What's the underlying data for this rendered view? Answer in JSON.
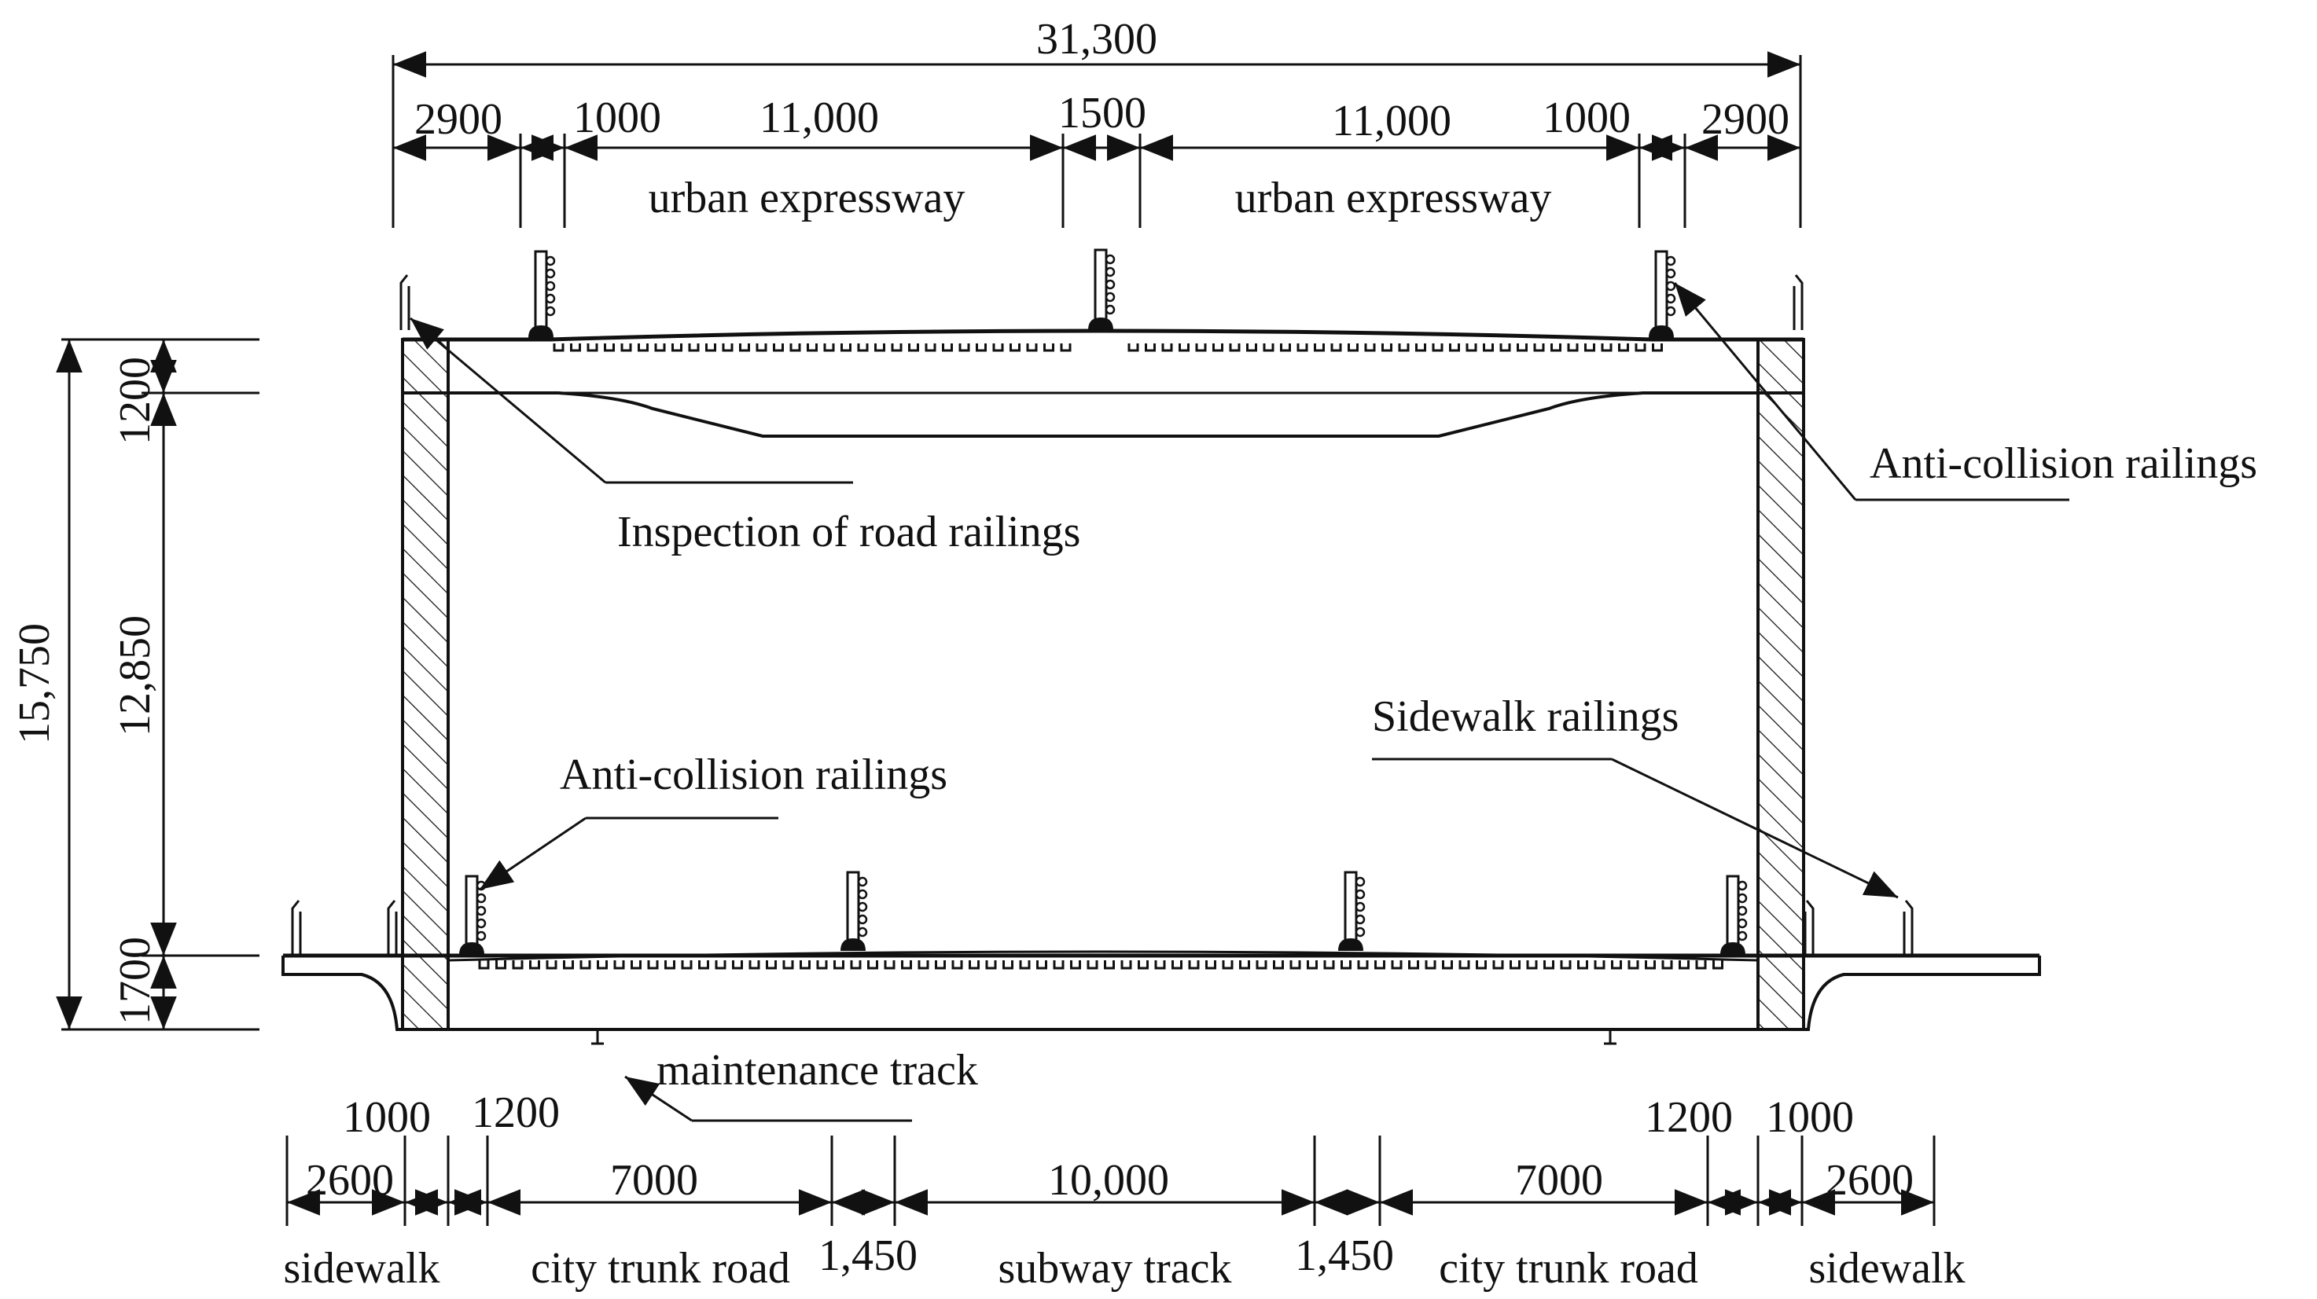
{
  "top_dims": {
    "overall": "31,300",
    "segments": [
      "2900",
      "1000",
      "11,000",
      "1500",
      "11,000",
      "1000",
      "2900"
    ]
  },
  "upper_lanes": {
    "left": "urban expressway",
    "right": "urban expressway"
  },
  "vertical_dims": {
    "total": "15,750",
    "top_slab": "1200",
    "clear": "12,850",
    "bottom_slab": "1700"
  },
  "labels": {
    "inspection": "Inspection of road railings",
    "anti_collision_upper": "Anti-collision railings",
    "anti_collision_lower": "Anti-collision railings",
    "sidewalk_railings": "Sidewalk railings",
    "maintenance": "maintenance track"
  },
  "bottom_dims": {
    "row_upper_left": [
      "1000",
      "1200"
    ],
    "row_upper_right": [
      "1200",
      "1000"
    ],
    "segments": [
      "2600",
      "7000",
      "10,000",
      "7000",
      "2600"
    ],
    "small": [
      "1,450",
      "1,450"
    ]
  },
  "lower_lanes": [
    "sidewalk",
    "city trunk road",
    "subway track",
    "city trunk road",
    "sidewalk"
  ]
}
